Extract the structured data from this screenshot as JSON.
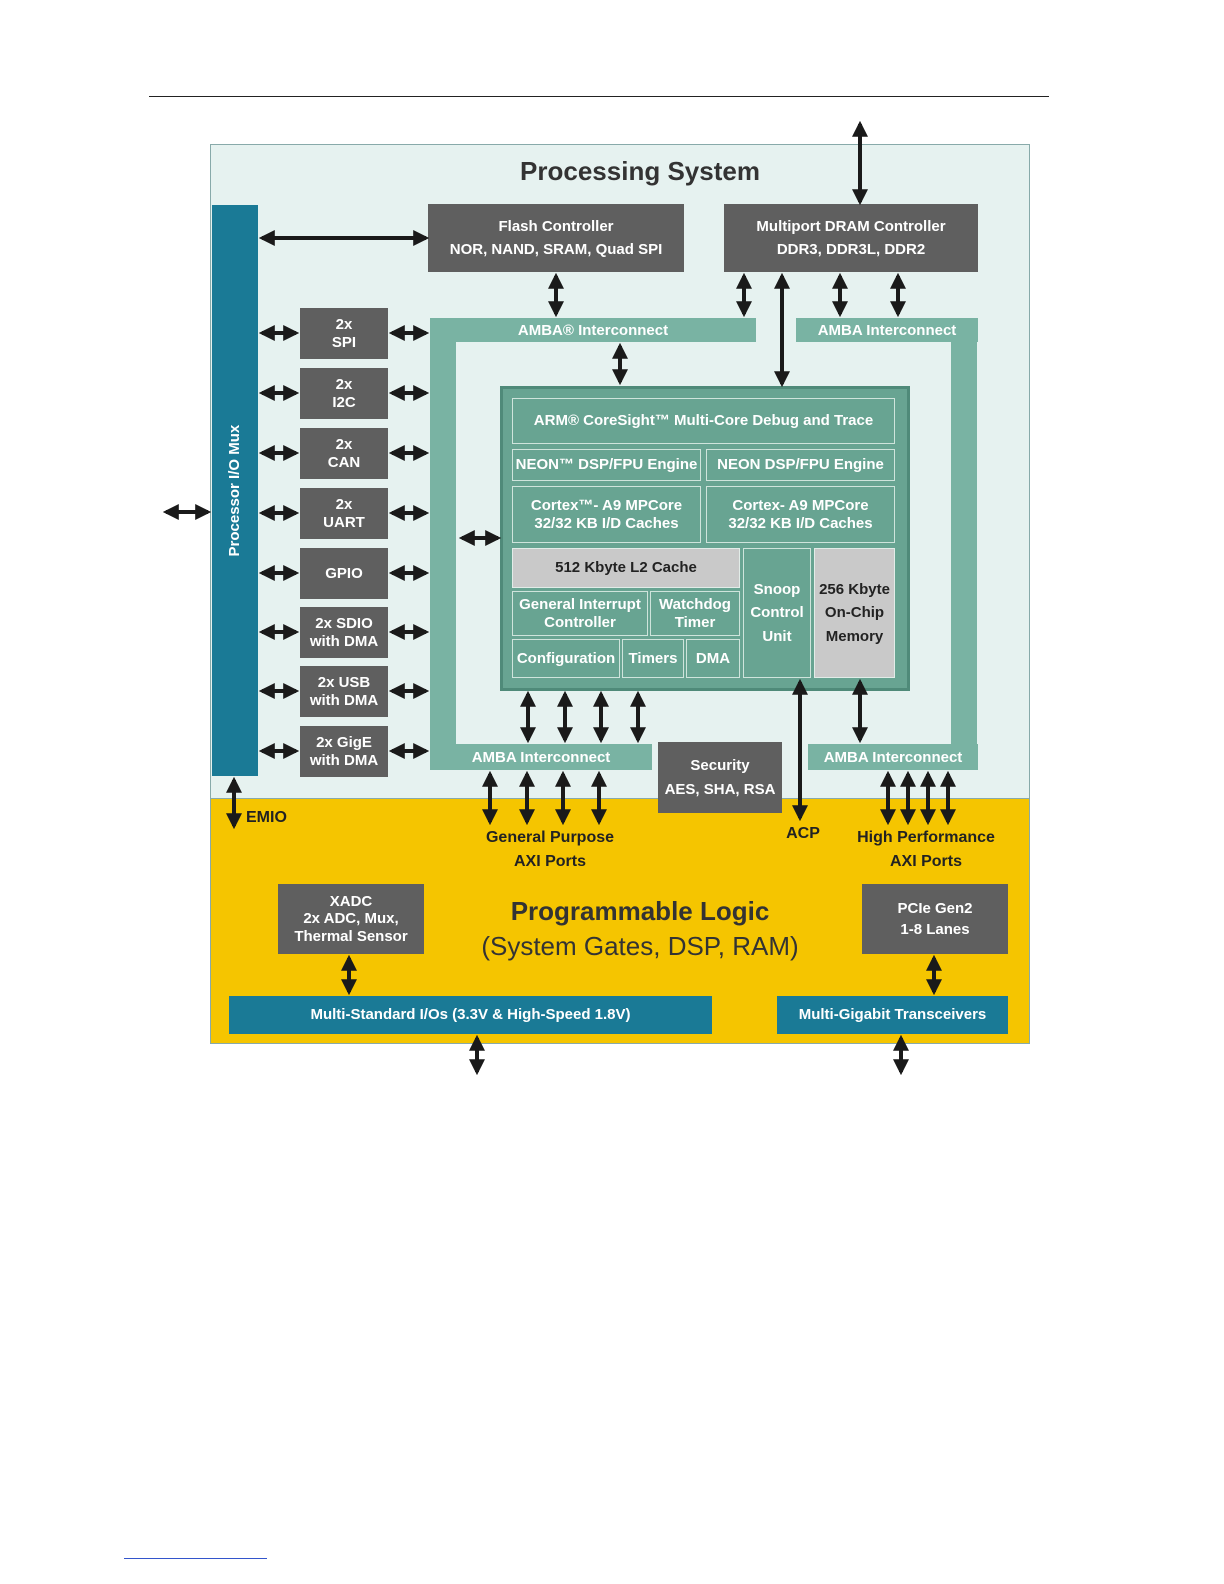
{
  "processing_system": {
    "title": "Processing System"
  },
  "io_mux": {
    "label": "Processor I/O Mux"
  },
  "flash": {
    "line1": "Flash Controller",
    "line2": "NOR, NAND, SRAM, Quad SPI"
  },
  "dram": {
    "line1": "Multiport DRAM Controller",
    "line2": "DDR3, DDR3L, DDR2"
  },
  "amba": {
    "top_left": "AMBA® Interconnect",
    "top_right": "AMBA Interconnect",
    "bottom_left": "AMBA Interconnect",
    "bottom_right": "AMBA Interconnect"
  },
  "peripherals": [
    {
      "line1": "2x",
      "line2": "SPI"
    },
    {
      "line1": "2x",
      "line2": "I2C"
    },
    {
      "line1": "2x",
      "line2": "CAN"
    },
    {
      "line1": "2x",
      "line2": "UART"
    },
    {
      "line1": "GPIO",
      "line2": ""
    },
    {
      "line1": "2x SDIO",
      "line2": "with DMA"
    },
    {
      "line1": "2x USB",
      "line2": "with DMA"
    },
    {
      "line1": "2x GigE",
      "line2": "with DMA"
    }
  ],
  "core": {
    "coresight": "ARM® CoreSight™ Multi-Core Debug and Trace",
    "neon_left": "NEON™ DSP/FPU Engine",
    "neon_right": "NEON DSP/FPU Engine",
    "cortex_left_1": "Cortex™- A9 MPCore",
    "cortex_left_2": "32/32 KB I/D Caches",
    "cortex_right_1": "Cortex- A9 MPCore",
    "cortex_right_2": "32/32 KB I/D Caches",
    "l2": "512 Kbyte L2 Cache",
    "gic_1": "General Interrupt",
    "gic_2": "Controller",
    "watchdog_1": "Watchdog",
    "watchdog_2": "Timer",
    "config": "Configuration",
    "timers": "Timers",
    "dma": "DMA",
    "snoop_1": "Snoop",
    "snoop_2": "Control",
    "snoop_3": "Unit",
    "ocm_1": "256 Kbyte",
    "ocm_2": "On-Chip",
    "ocm_3": "Memory"
  },
  "security": {
    "line1": "Security",
    "line2": "AES, SHA, RSA"
  },
  "emio": "EMIO",
  "gp_axi": {
    "line1": "General Purpose",
    "line2": "AXI Ports"
  },
  "acp": "ACP",
  "hp_axi": {
    "line1": "High Performance",
    "line2": "AXI Ports"
  },
  "programmable_logic": {
    "line1": "Programmable Logic",
    "line2": "(System Gates, DSP, RAM)"
  },
  "xadc": {
    "line1": "XADC",
    "line2": "2x ADC, Mux,",
    "line3": "Thermal Sensor"
  },
  "pcie": {
    "line1": "PCIe Gen2",
    "line2": "1-8 Lanes"
  },
  "multi_io": "Multi-Standard I/Os (3.3V & High-Speed 1.8V)",
  "mgt": "Multi-Gigabit Transceivers"
}
